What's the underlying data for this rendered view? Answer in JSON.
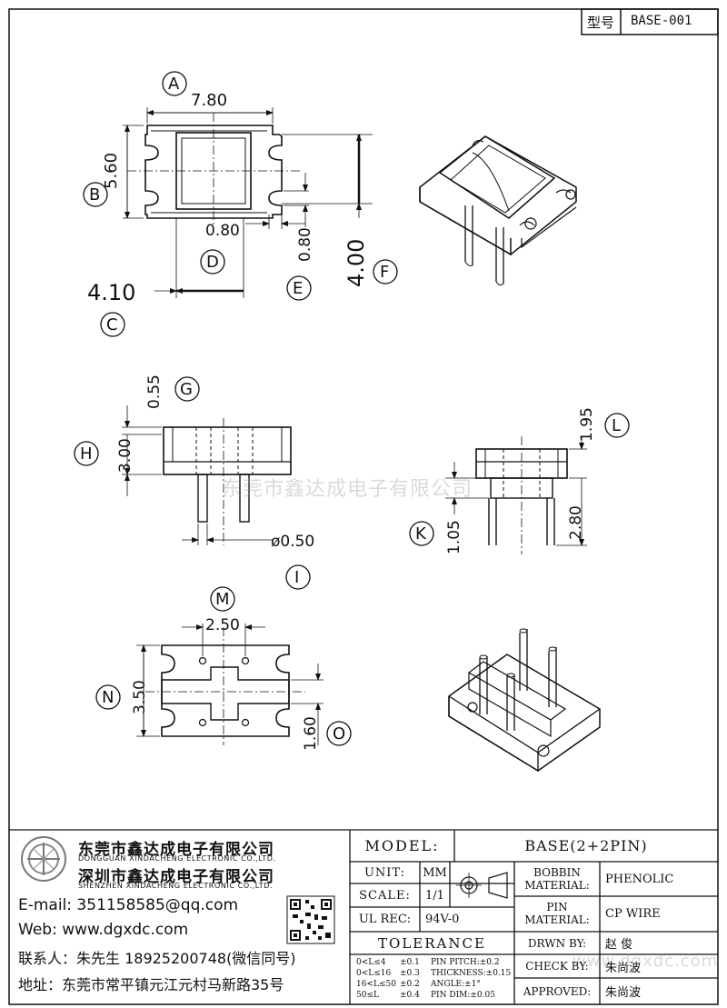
{
  "header": {
    "type_label": "型号",
    "type_value": "BASE-001"
  },
  "dimensions": {
    "top_width": "7.80",
    "top_height": "5.60",
    "slot_width": "0.80",
    "slot_depth": "0.80",
    "bottom_width": "4.10",
    "overall_height": "4.00",
    "side_top_offset": "0.55",
    "side_height": "3.00",
    "pin_dia": "ø0.50",
    "side2_height": "1.95",
    "pin_length": "2.80",
    "side2_base": "1.05",
    "pitch": "2.50",
    "bottom_height": "3.50",
    "cross_width": "1.60"
  },
  "callouts": [
    "A",
    "B",
    "C",
    "D",
    "E",
    "F",
    "G",
    "H",
    "I",
    "K",
    "L",
    "M",
    "N",
    "O"
  ],
  "watermark_center": "东莞市鑫达成电子有限公司",
  "watermark_corner": "www.dgxdc.com",
  "company": {
    "name_dg": "东莞市鑫达成电子有限公司",
    "name_dg_en": "DONGGUAN XINDACHENG ELECTRONIC CO.,LTD.",
    "name_sz": "深圳市鑫达成电子有限公司",
    "name_sz_en": "SHENZHEN XINDACHENG ELECTRONIC CO.,LTD.",
    "email": "E-mail: 351158585@qq.com",
    "web": "Web: www.dgxdc.com",
    "contact": "联系人：朱先生 18925200748(微信同号)",
    "address": "地址：东莞市常平镇元江元村马新路35号"
  },
  "titleblock": {
    "model_label": "MODEL:",
    "model_value": "BASE(2+2PIN)",
    "unit_label": "UNIT:",
    "unit_value": "MM",
    "bobbin_label_1": "BOBBIN",
    "bobbin_label_2": "MATERIAL:",
    "bobbin_value": "PHENOLIC",
    "scale_label": "SCALE:",
    "scale_value": "1/1",
    "pin_label_1": "PIN",
    "pin_label_2": "MATERIAL:",
    "pin_value": "CP WIRE",
    "ulrec_label": "UL REC:",
    "ulrec_value": "94V-0",
    "tolerance_label": "TOLERANCE",
    "drawn_label": "DRWN BY:",
    "drawn_value": "赵 俊",
    "check_label": "CHECK BY:",
    "check_value": "朱尚波",
    "approved_label": "APPROVED:",
    "approved_value": "朱尚波",
    "tol_1a": "0<L≤4",
    "tol_1b": "±0.1",
    "tol_1c": "PIN PITCH:±0.2",
    "tol_2a": "0<L≤16",
    "tol_2b": "±0.3",
    "tol_2c": "THICKNESS:±0.15",
    "tol_3a": "16<L≤50",
    "tol_3b": "±0.2",
    "tol_3c": "ANGLE:±1°",
    "tol_4a": "50≤L",
    "tol_4b": "±0.4",
    "tol_4c": "PIN DIM:±0.05"
  }
}
